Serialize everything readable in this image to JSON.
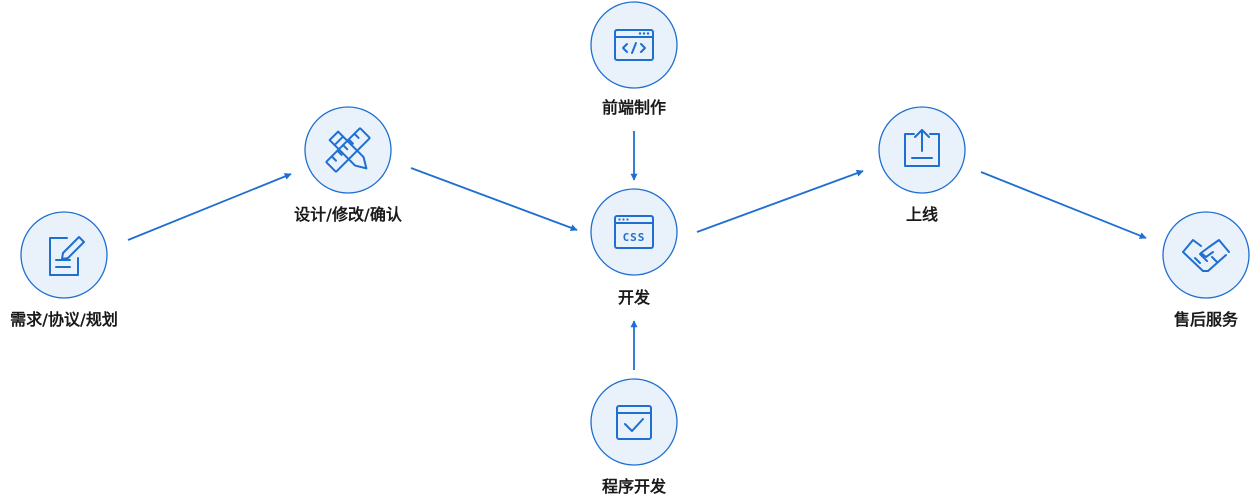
{
  "diagram": {
    "nodes": [
      {
        "id": "requirements",
        "label": "需求/协议/规划",
        "icon": "document-edit-icon"
      },
      {
        "id": "design",
        "label": "设计/修改/确认",
        "icon": "ruler-pencil-icon"
      },
      {
        "id": "frontend",
        "label": "前端制作",
        "icon": "code-window-icon"
      },
      {
        "id": "develop",
        "label": "开发",
        "icon": "css-window-icon"
      },
      {
        "id": "program",
        "label": "程序开发",
        "icon": "checkbox-icon"
      },
      {
        "id": "launch",
        "label": "上线",
        "icon": "upload-icon"
      },
      {
        "id": "service",
        "label": "售后服务",
        "icon": "handshake-icon"
      }
    ],
    "edges": [
      {
        "from": "requirements",
        "to": "design"
      },
      {
        "from": "design",
        "to": "develop"
      },
      {
        "from": "frontend",
        "to": "develop"
      },
      {
        "from": "program",
        "to": "develop"
      },
      {
        "from": "develop",
        "to": "launch"
      },
      {
        "from": "launch",
        "to": "service"
      }
    ],
    "colors": {
      "accent": "#1f6fd1",
      "node_fill": "#e9f1fb",
      "label": "#1a1a1a"
    },
    "css_icon_text": "CSS"
  }
}
